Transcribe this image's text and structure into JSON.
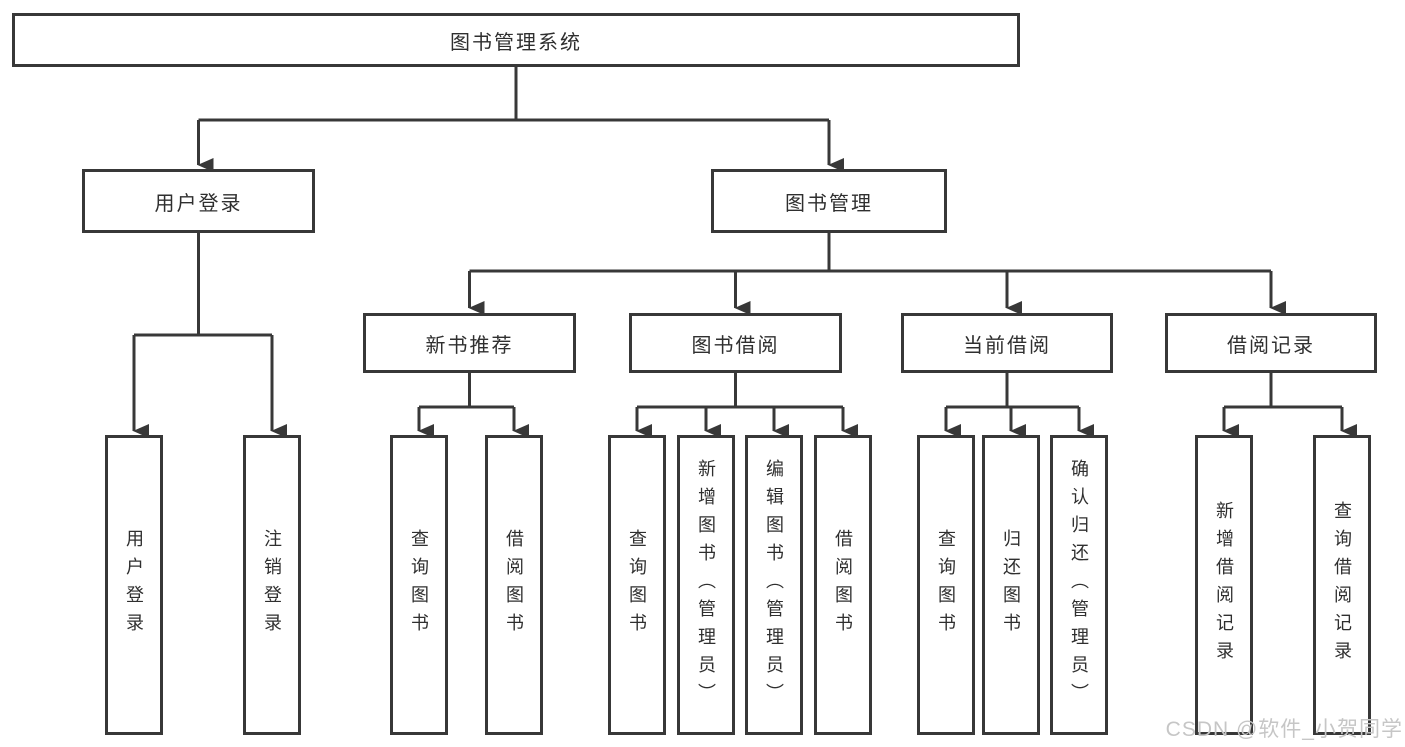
{
  "diagram": {
    "type": "hierarchy-diagram",
    "colors": {
      "line": "#383838",
      "box_border": "#383838",
      "box_fill": "#ffffff",
      "text": "#2f2f2f",
      "watermark": "#c6c6c6"
    }
  },
  "tree": {
    "root": "图书管理系统",
    "children": [
      {
        "label": "用户登录",
        "children": [
          "用户登录",
          "注销登录"
        ]
      },
      {
        "label": "图书管理",
        "children": [
          {
            "label": "新书推荐",
            "children": [
              "查询图书",
              "借阅图书"
            ]
          },
          {
            "label": "图书借阅",
            "children": [
              "查询图书",
              "新增图书（管理员）",
              "编辑图书（管理员）",
              "借阅图书"
            ]
          },
          {
            "label": "当前借阅",
            "children": [
              "查询图书",
              "归还图书",
              "确认归还（管理员）"
            ]
          },
          {
            "label": "借阅记录",
            "children": [
              "新增借阅记录",
              "查询借阅记录"
            ]
          }
        ]
      }
    ]
  },
  "watermark": {
    "text": "CSDN @软件_小贺同学"
  }
}
